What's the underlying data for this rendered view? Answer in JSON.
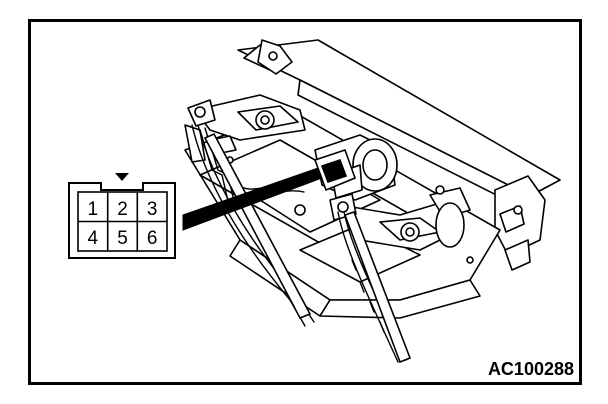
{
  "figure": {
    "reference_code": "AC100288"
  },
  "connector": {
    "pins": [
      "1",
      "2",
      "3",
      "4",
      "5",
      "6"
    ]
  }
}
